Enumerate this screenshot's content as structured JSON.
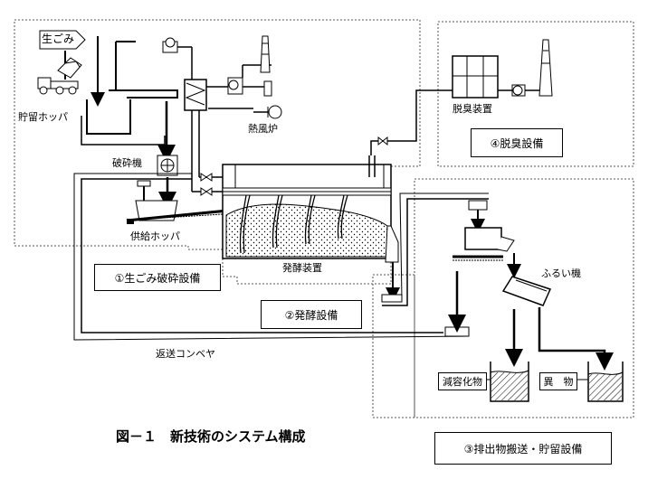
{
  "labels": {
    "namagomi": "生ごみ",
    "chory_hopper": "貯留ホッパ",
    "hasaiki": "破砕機",
    "kyokyu_hopper": "供給ホッパ",
    "neppuro": "熱風炉",
    "dasshu_sochi": "脱臭装置",
    "hakko_sochi": "発酵装置",
    "furuiki": "ふるい機",
    "hensou_conveyor": "返送コンベヤ",
    "genyo_kabutsu": "減容化物",
    "ibutsu": "異　物"
  },
  "equipment_groups": {
    "g1": "①生ごみ破砕設備",
    "g2": "②発酵設備",
    "g3": "③排出物搬送・貯留設備",
    "g4": "④脱臭設備"
  },
  "figure_caption": "図－１　新技術のシステム構成",
  "colors": {
    "line": "#000000",
    "background": "#ffffff",
    "dashed": "#555555"
  }
}
